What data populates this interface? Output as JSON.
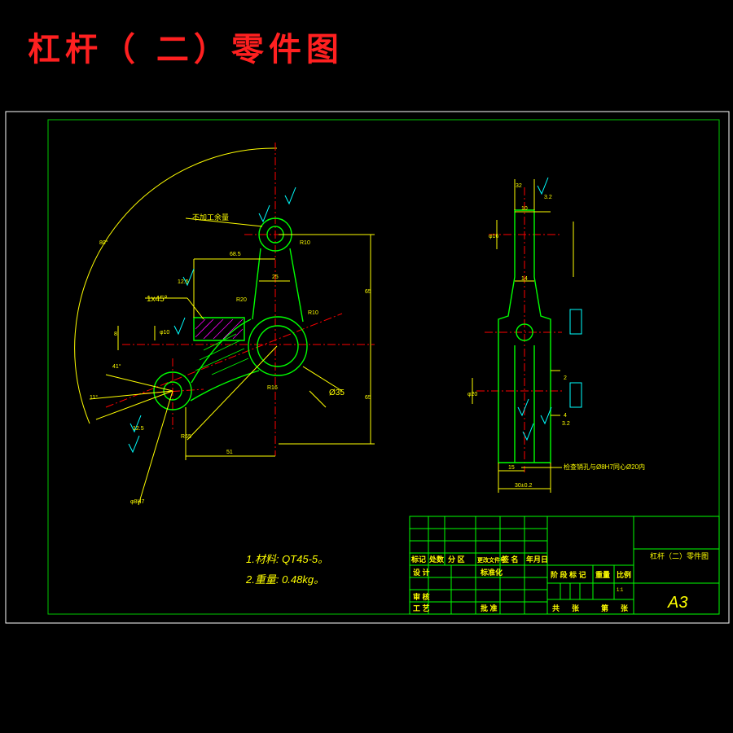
{
  "title": "杠杆（ 二）零件图",
  "colors": {
    "background": "#000000",
    "title": "#ff2020",
    "border": "#ffffff",
    "frame": "#00c800",
    "outline": "#00ff00",
    "dimension": "#ffff00",
    "centerline": "#ff0000",
    "roughness": "#00ffff",
    "hatch": "#ff00ff"
  },
  "notes": {
    "material": "1.材料: QT45-5。",
    "weight": "2.重量: 0.48kg。"
  },
  "front_view": {
    "dims": {
      "d68_5": "68.5",
      "d25": "25",
      "r10": "R10",
      "r10b": "R10",
      "d8": "8",
      "d10": "φ10",
      "chamfer": "1x45°",
      "d35": "Ø35",
      "d65a": "65",
      "d65b": "65",
      "d51": "51",
      "r65": "R65",
      "r16": "R16",
      "phi8h7": "φ8H7",
      "angle41": "41°",
      "angle11": "11°",
      "angle80": "80°",
      "r20": "R20",
      "d12_5a": "12.5",
      "d12_5b": "12.5",
      "no_machining": "不加工余量"
    }
  },
  "side_view": {
    "dims": {
      "d32": "32",
      "d10": "10",
      "d16": "φ16",
      "d14": "14",
      "d20": "φ20",
      "d15": "15",
      "d30": "30±0.2",
      "d2": "2",
      "d4": "4",
      "d3_2a": "3.2",
      "d3_2b": "3.2",
      "inspection": "检查销孔与Ø8H7同心Ø20内"
    }
  },
  "title_block": {
    "part_name": "杠杆（二）零件图",
    "sheet_size": "A3",
    "row_labels": [
      "标记",
      "处数",
      "分 区",
      "更改文件号",
      "签 名",
      "年月日"
    ],
    "design": "设 计",
    "standardize": "标准化",
    "review": "审 核",
    "process": "工 艺",
    "approve": "批 准",
    "stage_mark": "阶 段 标 记",
    "weight": "重量",
    "scale": "比例",
    "scale_value": "1:1",
    "total": "共",
    "sheets": "张",
    "sheet_no": "第",
    "sheet_of": "张"
  }
}
